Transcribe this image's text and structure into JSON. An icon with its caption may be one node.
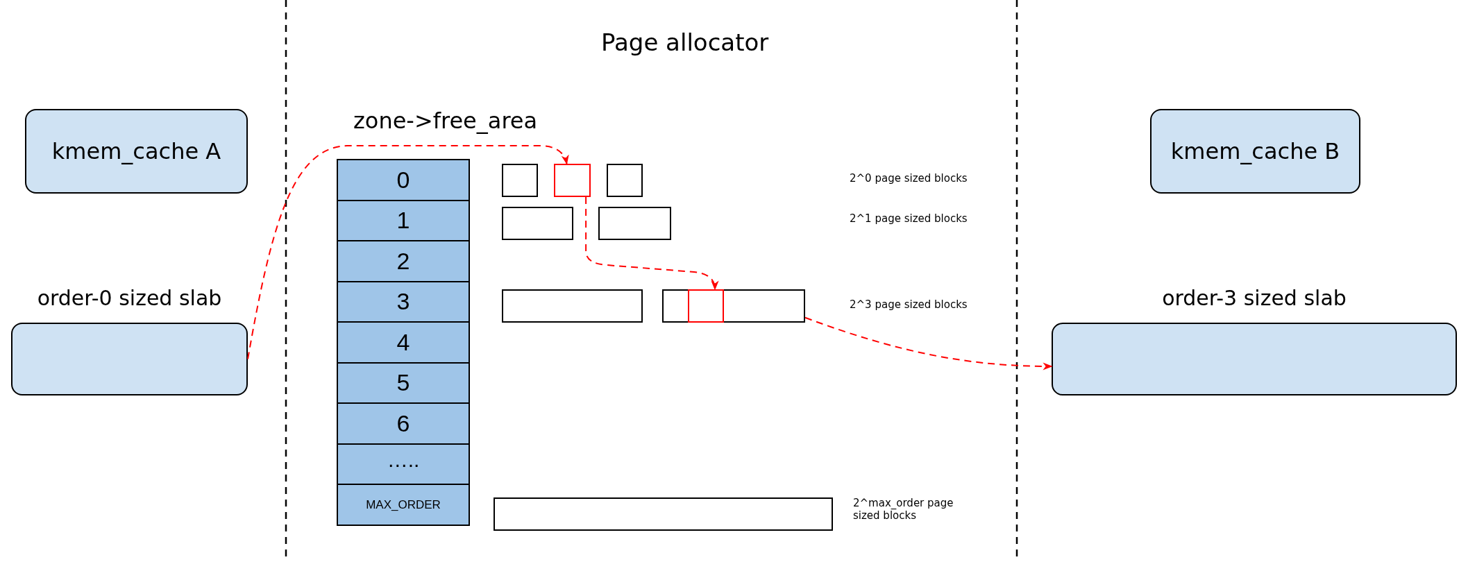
{
  "diagram": {
    "title": "Page allocator",
    "nodes": [
      {
        "text": [
          "kmem_cache A"
        ]
      },
      {
        "text": [
          "order-0 sized slab"
        ]
      },
      {
        "text": [
          "kmem_cache B"
        ]
      },
      {
        "text": [
          "order-3 sized slab"
        ]
      },
      {
        "text": [
          "zone->free_area"
        ]
      },
      {
        "text": [
          "0"
        ],
        "in": 4
      },
      {
        "text": [
          "1"
        ],
        "in": 4
      },
      {
        "text": [
          "2"
        ],
        "in": 4
      },
      {
        "text": [
          "3"
        ],
        "in": 4
      },
      {
        "text": [
          "4"
        ],
        "in": 4
      },
      {
        "text": [
          "5"
        ],
        "in": 4
      },
      {
        "text": [
          "6"
        ],
        "in": 4
      },
      {
        "text": [
          "….."
        ],
        "in": 4
      },
      {
        "text": [
          "MAX_ORDER"
        ],
        "in": 4
      },
      {
        "text": [],
        "shape": "box"
      },
      {
        "text": [],
        "shape": "box"
      },
      {
        "text": [],
        "shape": "box"
      },
      {
        "text": [],
        "shape": "box"
      },
      {
        "text": [],
        "shape": "box"
      },
      {
        "text": [],
        "shape": "box"
      },
      {
        "text": [],
        "shape": "box"
      },
      {
        "text": [],
        "shape": "box",
        "in": 20
      },
      {
        "text": [],
        "shape": "box"
      }
    ],
    "edges": [
      {
        "from": 1,
        "to": 15,
        "arrow": "to",
        "style": "dashed",
        "color": "#ff0000"
      },
      {
        "from": 15,
        "to": 21,
        "arrow": "to",
        "style": "dashed",
        "color": "#ff0000"
      },
      {
        "from": 20,
        "to": 3,
        "arrow": "to",
        "style": "dashed",
        "color": "#ff0000"
      }
    ],
    "labels": [
      "2^0 page sized blocks",
      "2^1 page sized blocks",
      "2^3 page sized blocks",
      "2^max_order page sized blocks"
    ]
  }
}
